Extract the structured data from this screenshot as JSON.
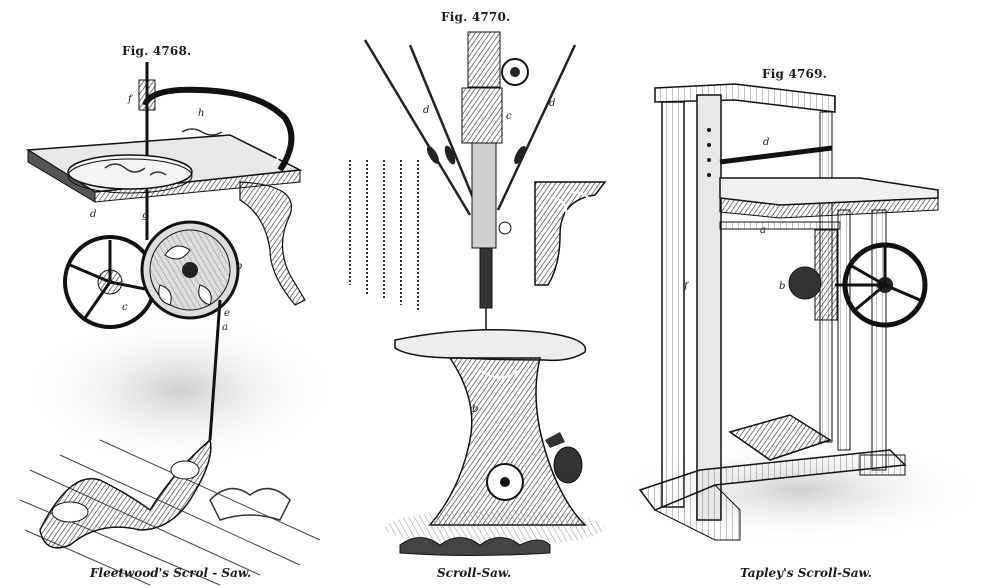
{
  "figures": [
    {
      "fig_label": "Fig. 4768.",
      "caption": "Fleetwood's Scrol - Saw.",
      "letters": {
        "f": "f",
        "h": "h",
        "d": "d",
        "g": "g",
        "b": "b",
        "c": "c",
        "e": "e",
        "a": "a"
      }
    },
    {
      "fig_label": "Fig. 4770.",
      "caption": "Scroll-Saw.",
      "letters": {
        "d_left": "d",
        "c": "c",
        "d_right": "d",
        "b": "b"
      }
    },
    {
      "fig_label": "Fig 4769.",
      "caption": "Tapley's Scroll-Saw.",
      "letters": {
        "d": "d",
        "a": "a",
        "f": "f",
        "b": "b"
      }
    }
  ]
}
